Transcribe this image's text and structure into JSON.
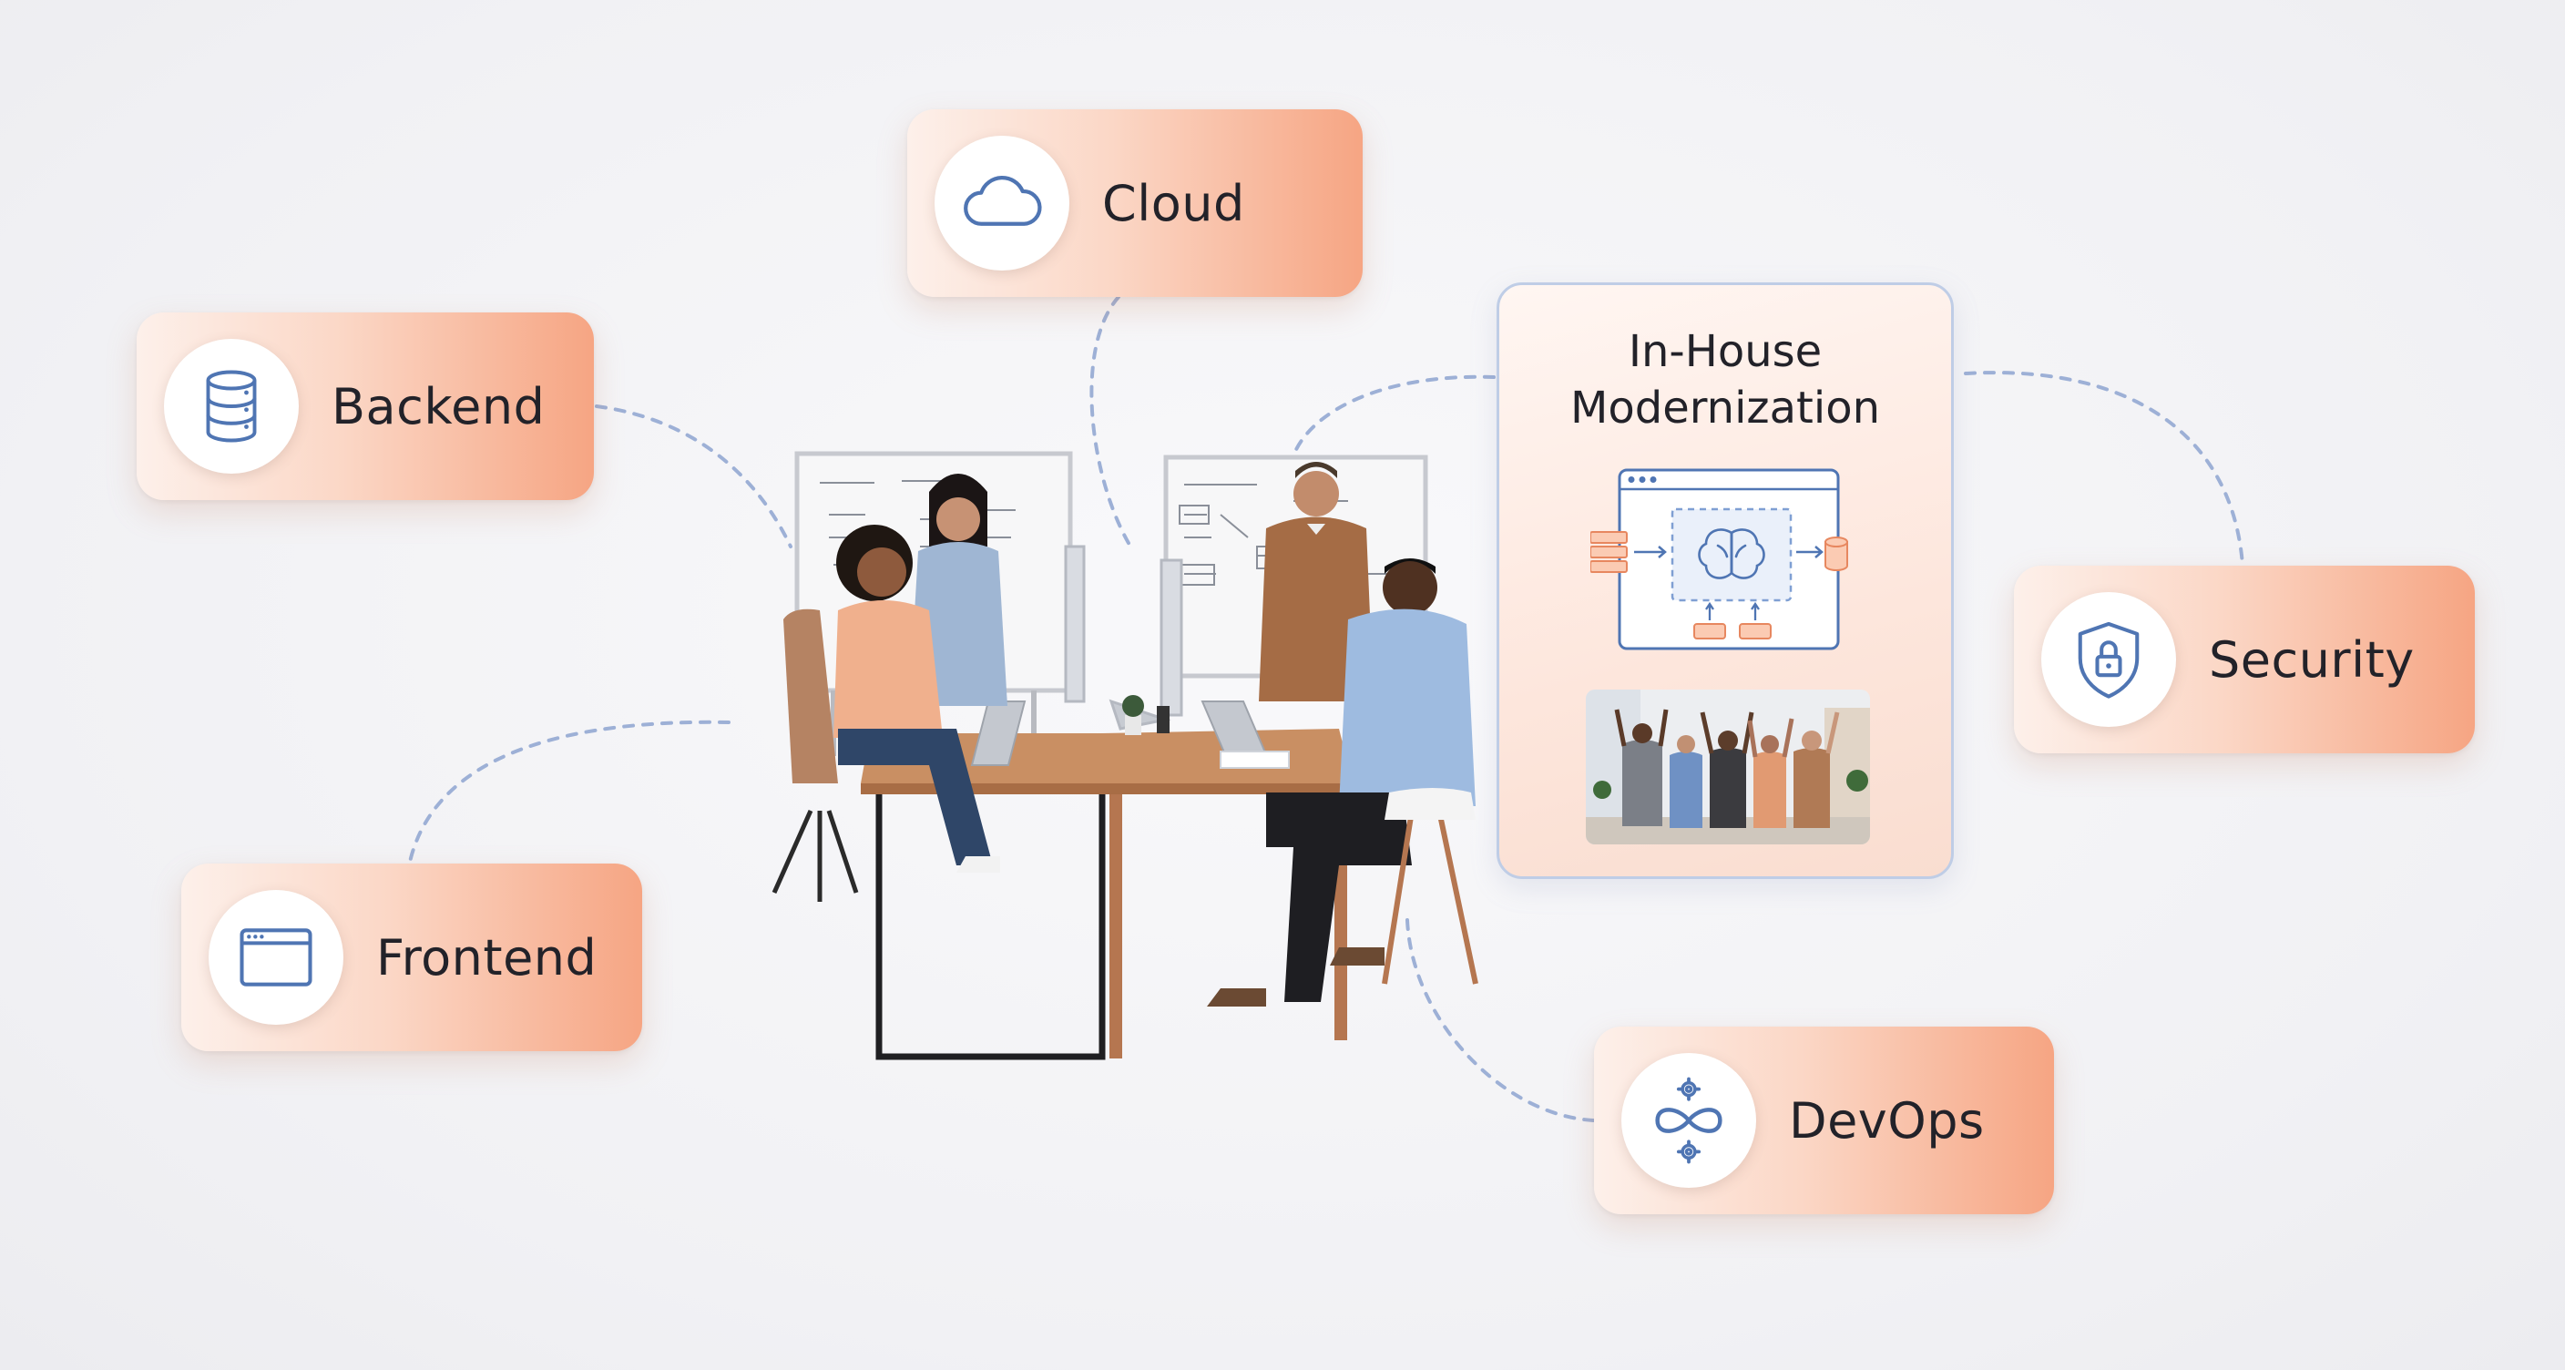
{
  "center": {
    "title_line1": "In-House",
    "title_line2": "Modernization"
  },
  "cards": {
    "cloud": {
      "label": "Cloud",
      "icon": "cloud-icon"
    },
    "backend": {
      "label": "Backend",
      "icon": "database-icon"
    },
    "frontend": {
      "label": "Frontend",
      "icon": "browser-window-icon"
    },
    "security": {
      "label": "Security",
      "icon": "shield-lock-icon"
    },
    "devops": {
      "label": "DevOps",
      "icon": "infinity-gears-icon"
    }
  },
  "colors": {
    "card_gradient_start": "#fdf0ea",
    "card_gradient_end": "#f6a583",
    "icon_stroke": "#4f75b3",
    "connector": "#9db0d6",
    "panel_border": "#bfcde6"
  }
}
